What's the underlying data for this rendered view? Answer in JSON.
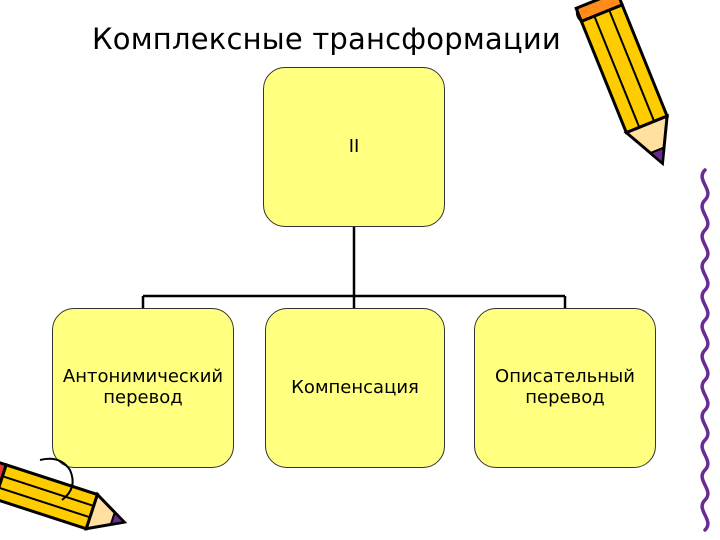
{
  "title": "Комплексные трансформации",
  "diagram": {
    "root": {
      "label": "II"
    },
    "children": [
      {
        "label": "Антонимический перевод"
      },
      {
        "label": "Компенсация"
      },
      {
        "label": "Описательный перевод"
      }
    ]
  },
  "colors": {
    "node_fill": "#ffff80",
    "node_border": "#333333",
    "connector": "#000000"
  },
  "icons": [
    "pencil-icon",
    "pencil-icon",
    "squiggle-border-decoration"
  ]
}
